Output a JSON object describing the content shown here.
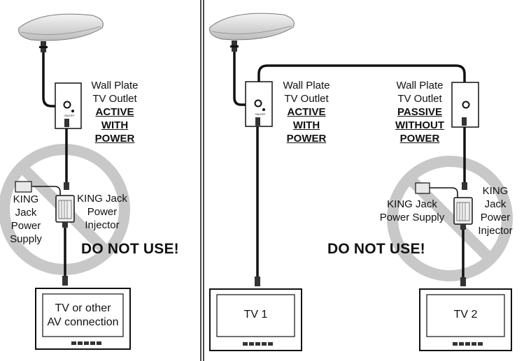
{
  "left_panel": {
    "outlet": {
      "line1": "Wall Plate",
      "line2": "TV Outlet",
      "status1": "ACTIVE",
      "status2": "WITH",
      "status3": "POWER"
    },
    "power_supply": {
      "line1": "KING",
      "line2": "Jack",
      "line3": "Power",
      "line4": "Supply"
    },
    "injector": {
      "line1": "KING Jack",
      "line2": "Power",
      "line3": "Injector"
    },
    "warning": "DO NOT USE!",
    "tv": {
      "line1": "TV or other",
      "line2": "AV connection"
    }
  },
  "right_panel": {
    "outlet_active": {
      "line1": "Wall Plate",
      "line2": "TV Outlet",
      "status1": "ACTIVE",
      "status2": "WITH",
      "status3": "POWER"
    },
    "outlet_passive": {
      "line1": "Wall Plate",
      "line2": "TV Outlet",
      "status1": "PASSIVE",
      "status2": "WITHOUT",
      "status3": "POWER"
    },
    "power_supply": {
      "line1": "KING Jack",
      "line2": "Power Supply"
    },
    "injector": {
      "line1": "KING",
      "line2": "Jack",
      "line3": "Power",
      "line4": "Injector"
    },
    "warning": "DO NOT USE!",
    "tv1": "TV 1",
    "tv2": "TV 2"
  },
  "colors": {
    "line": "#111111",
    "prohibit": "#c8c8c8",
    "bg": "#ffffff"
  }
}
